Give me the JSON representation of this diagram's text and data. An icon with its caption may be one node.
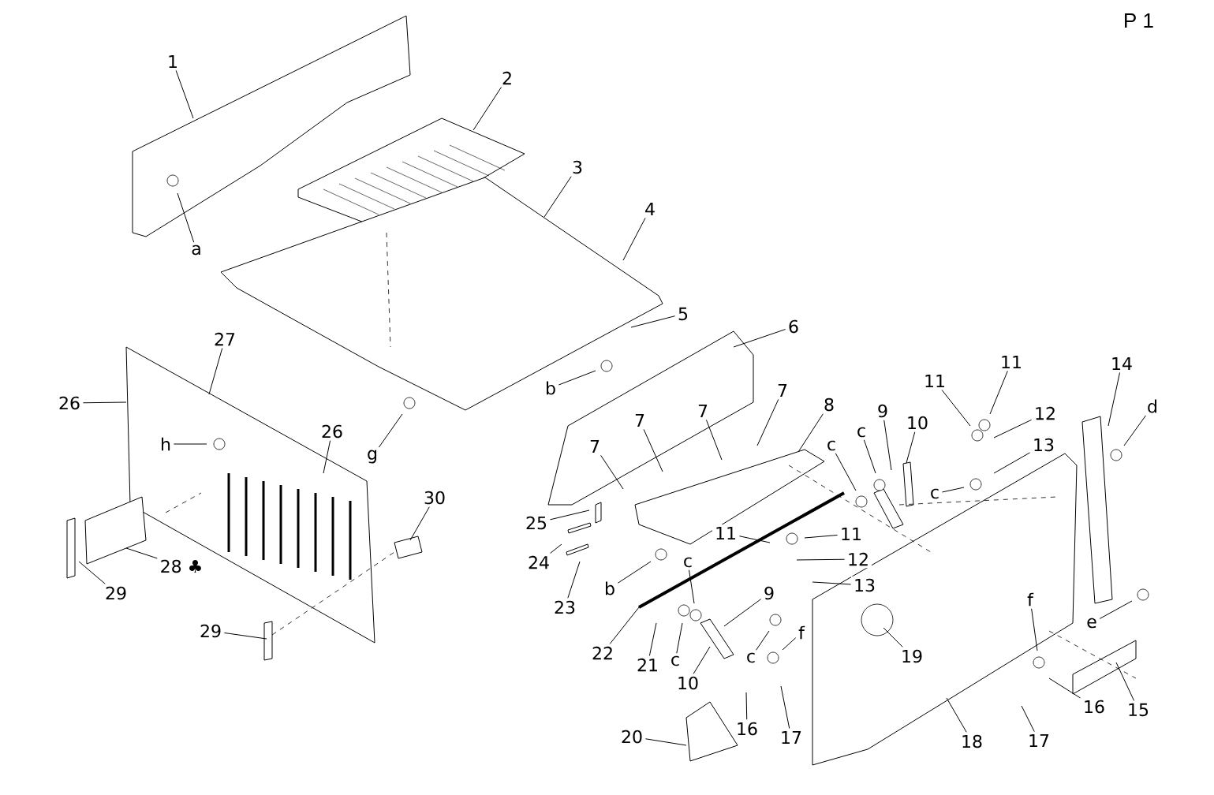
{
  "diagram": {
    "nodes": [
      {
        "text": [
          "1"
        ]
      },
      {
        "text": [
          "2"
        ]
      },
      {
        "text": [
          "3"
        ]
      },
      {
        "text": [
          "a"
        ]
      },
      {
        "text": [
          "4"
        ]
      },
      {
        "text": [
          "5"
        ]
      },
      {
        "text": [
          "6"
        ]
      },
      {
        "text": [
          "27"
        ]
      },
      {
        "text": [
          "b"
        ]
      },
      {
        "text": [
          "11"
        ]
      },
      {
        "text": [
          "11"
        ]
      },
      {
        "text": [
          "14"
        ]
      },
      {
        "text": [
          "7"
        ]
      },
      {
        "text": [
          "8"
        ]
      },
      {
        "text": [
          "26"
        ]
      },
      {
        "text": [
          "9"
        ]
      },
      {
        "text": [
          "d"
        ]
      },
      {
        "text": [
          "7"
        ]
      },
      {
        "text": [
          "7"
        ]
      },
      {
        "text": [
          "10"
        ]
      },
      {
        "text": [
          "12"
        ]
      },
      {
        "text": [
          "c"
        ]
      },
      {
        "text": [
          "26"
        ]
      },
      {
        "text": [
          "h"
        ]
      },
      {
        "text": [
          "c"
        ]
      },
      {
        "text": [
          "13"
        ]
      },
      {
        "text": [
          "7"
        ]
      },
      {
        "text": [
          "g"
        ]
      },
      {
        "text": [
          "c"
        ]
      },
      {
        "text": [
          "30"
        ]
      },
      {
        "text": [
          "25"
        ]
      },
      {
        "text": [
          "11"
        ]
      },
      {
        "text": [
          "11"
        ]
      },
      {
        "text": [
          "12"
        ]
      },
      {
        "text": [
          "9"
        ]
      },
      {
        "text": [
          "c"
        ]
      },
      {
        "text": [
          "24"
        ]
      },
      {
        "text": [
          "28 ♣"
        ]
      },
      {
        "text": [
          "13"
        ]
      },
      {
        "text": [
          "b"
        ]
      },
      {
        "text": [
          "29"
        ]
      },
      {
        "text": [
          "23"
        ]
      },
      {
        "text": [
          "f"
        ]
      },
      {
        "text": [
          "e"
        ]
      },
      {
        "text": [
          "29"
        ]
      },
      {
        "text": [
          "c"
        ]
      },
      {
        "text": [
          "22"
        ]
      },
      {
        "text": [
          "f"
        ]
      },
      {
        "text": [
          "19"
        ]
      },
      {
        "text": [
          "c"
        ]
      },
      {
        "text": [
          "21"
        ]
      },
      {
        "text": [
          "10"
        ]
      },
      {
        "text": [
          "16"
        ]
      },
      {
        "text": [
          "15"
        ]
      },
      {
        "text": [
          "16"
        ]
      },
      {
        "text": [
          "17"
        ]
      },
      {
        "text": [
          "20"
        ]
      },
      {
        "text": [
          "18"
        ]
      },
      {
        "text": [
          "17"
        ]
      }
    ],
    "edges": [
      {
        "from": 0,
        "to": null,
        "arrow": "none"
      },
      {
        "from": 1,
        "to": null,
        "arrow": "none"
      },
      {
        "from": 2,
        "to": null,
        "arrow": "none"
      },
      {
        "from": 3,
        "to": null,
        "arrow": "none"
      },
      {
        "from": 4,
        "to": null,
        "arrow": "none"
      },
      {
        "from": 5,
        "to": null,
        "arrow": "none"
      },
      {
        "from": 6,
        "to": null,
        "arrow": "none"
      },
      {
        "from": 7,
        "to": null,
        "arrow": "none"
      },
      {
        "from": 8,
        "to": null,
        "arrow": "none"
      },
      {
        "from": 9,
        "to": null,
        "arrow": "none"
      },
      {
        "from": 10,
        "to": null,
        "arrow": "none"
      },
      {
        "from": 11,
        "to": null,
        "arrow": "none"
      },
      {
        "from": 12,
        "to": null,
        "arrow": "none"
      },
      {
        "from": 13,
        "to": null,
        "arrow": "none"
      },
      {
        "from": 14,
        "to": null,
        "arrow": "none"
      },
      {
        "from": 15,
        "to": null,
        "arrow": "none"
      },
      {
        "from": 16,
        "to": null,
        "arrow": "none"
      },
      {
        "from": 17,
        "to": null,
        "arrow": "none"
      },
      {
        "from": 18,
        "to": null,
        "arrow": "none"
      },
      {
        "from": 19,
        "to": null,
        "arrow": "none"
      },
      {
        "from": 20,
        "to": null,
        "arrow": "none"
      },
      {
        "from": 21,
        "to": null,
        "arrow": "none"
      },
      {
        "from": 22,
        "to": null,
        "arrow": "none"
      },
      {
        "from": 23,
        "to": null,
        "arrow": "none"
      },
      {
        "from": 24,
        "to": null,
        "arrow": "none"
      },
      {
        "from": 25,
        "to": null,
        "arrow": "none"
      },
      {
        "from": 26,
        "to": null,
        "arrow": "none"
      },
      {
        "from": 27,
        "to": null,
        "arrow": "none"
      },
      {
        "from": 28,
        "to": null,
        "arrow": "none"
      },
      {
        "from": 29,
        "to": null,
        "arrow": "none"
      },
      {
        "from": 30,
        "to": null,
        "arrow": "none"
      },
      {
        "from": 31,
        "to": null,
        "arrow": "none"
      },
      {
        "from": 32,
        "to": null,
        "arrow": "none"
      },
      {
        "from": 33,
        "to": null,
        "arrow": "none"
      },
      {
        "from": 34,
        "to": null,
        "arrow": "none"
      },
      {
        "from": 35,
        "to": null,
        "arrow": "none"
      },
      {
        "from": 36,
        "to": null,
        "arrow": "none"
      },
      {
        "from": 37,
        "to": null,
        "arrow": "none"
      },
      {
        "from": 38,
        "to": null,
        "arrow": "none"
      },
      {
        "from": 39,
        "to": null,
        "arrow": "none"
      },
      {
        "from": 40,
        "to": null,
        "arrow": "none"
      },
      {
        "from": 41,
        "to": null,
        "arrow": "none"
      },
      {
        "from": 42,
        "to": null,
        "arrow": "none"
      },
      {
        "from": 43,
        "to": null,
        "arrow": "none"
      },
      {
        "from": 44,
        "to": null,
        "arrow": "none"
      },
      {
        "from": 45,
        "to": null,
        "arrow": "none"
      },
      {
        "from": 46,
        "to": null,
        "arrow": "none"
      },
      {
        "from": 47,
        "to": null,
        "arrow": "none"
      },
      {
        "from": 48,
        "to": null,
        "arrow": "none"
      },
      {
        "from": 49,
        "to": null,
        "arrow": "none"
      },
      {
        "from": 50,
        "to": null,
        "arrow": "none"
      },
      {
        "from": 51,
        "to": null,
        "arrow": "none"
      },
      {
        "from": 52,
        "to": null,
        "arrow": "none"
      },
      {
        "from": 53,
        "to": null,
        "arrow": "none"
      },
      {
        "from": 54,
        "to": null,
        "arrow": "none"
      },
      {
        "from": 55,
        "to": null,
        "arrow": "none"
      },
      {
        "from": 56,
        "to": null,
        "arrow": "none"
      },
      {
        "from": 57,
        "to": null,
        "arrow": "none"
      },
      {
        "from": 58,
        "to": null,
        "arrow": "none"
      }
    ],
    "labels": [
      "P 1"
    ]
  }
}
